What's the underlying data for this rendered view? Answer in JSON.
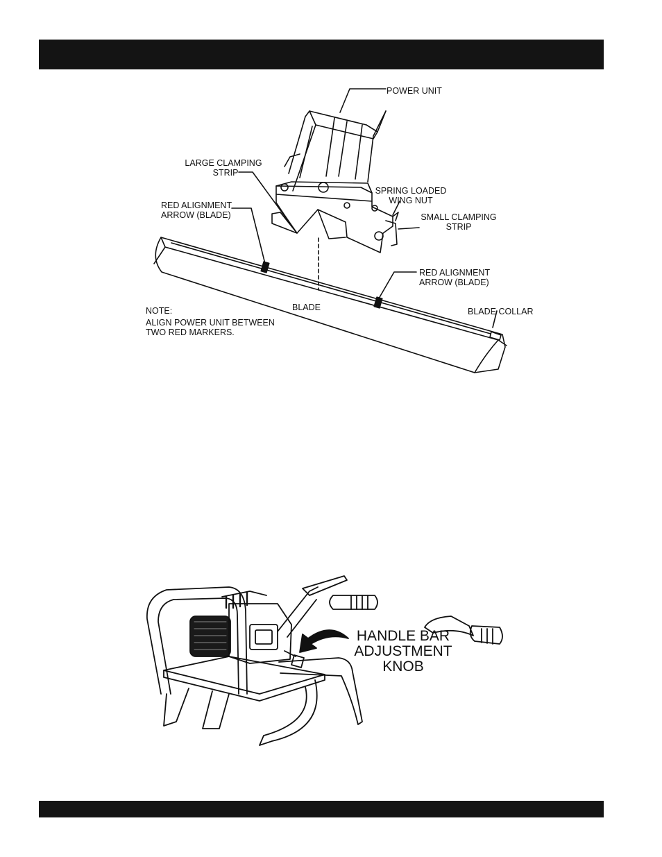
{
  "figure1": {
    "labels": {
      "power_unit": "POWER UNIT",
      "large_clamping_1": "LARGE CLAMPING",
      "large_clamping_2": "STRIP",
      "spring_loaded_1": "SPRING LOADED",
      "spring_loaded_2": "WING NUT",
      "red_arrow_left_1": "RED ALIGNMENT",
      "red_arrow_left_2": "ARROW (BLADE)",
      "small_clamping_1": "SMALL CLAMPING",
      "small_clamping_2": "STRIP",
      "red_arrow_right_1": "RED ALIGNMENT",
      "red_arrow_right_2": "ARROW (BLADE)",
      "note_title": "NOTE:",
      "note_line1": "ALIGN POWER UNIT BETWEEN",
      "note_line2": "TWO RED MARKERS.",
      "blade": "BLADE",
      "blade_collar": "BLADE COLLAR"
    }
  },
  "figure2": {
    "labels": {
      "knob_1": "HANDLE BAR",
      "knob_2": "ADJUSTMENT",
      "knob_3": "KNOB"
    }
  }
}
